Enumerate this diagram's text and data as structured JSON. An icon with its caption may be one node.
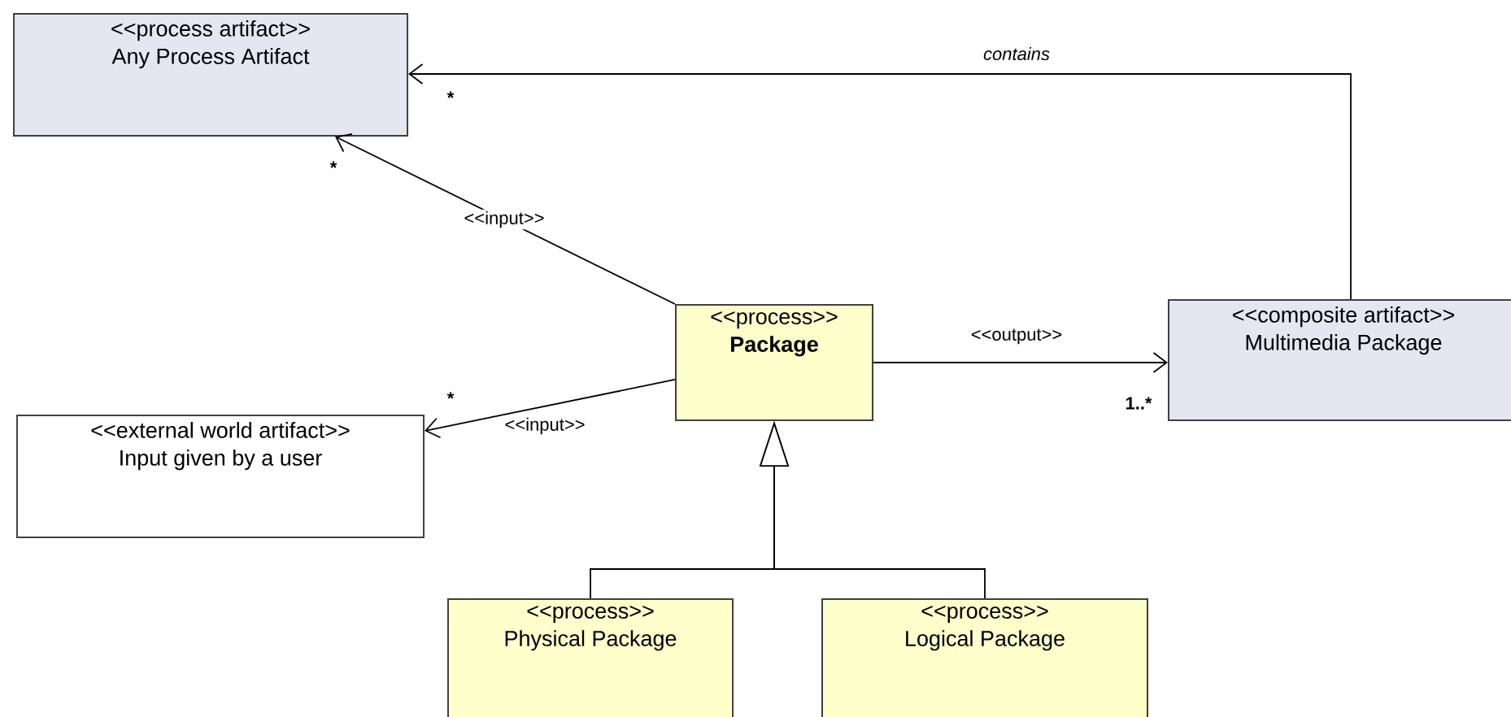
{
  "diagram": {
    "nodes": [
      {
        "text": [
          "<<process artifact>>",
          "Any Process Artifact"
        ]
      },
      {
        "text": [
          "<<process>>",
          "Package"
        ]
      },
      {
        "text": [
          "<<composite artifact>>",
          "Multimedia Package"
        ]
      },
      {
        "text": [
          "<<external world artifact>>",
          "Input given by a user"
        ]
      },
      {
        "text": [
          "<<process>>",
          "Physical Package"
        ]
      },
      {
        "text": [
          "<<process>>",
          "Logical Package"
        ]
      }
    ],
    "edges": [
      {
        "from": 1,
        "to": 0,
        "arrow": "to",
        "label": "<<input>>"
      },
      {
        "from": 1,
        "to": 3,
        "arrow": "to",
        "label": "<<input>>"
      },
      {
        "from": 1,
        "to": 2,
        "arrow": "to",
        "label": "<<output>>"
      },
      {
        "from": 2,
        "to": 0,
        "arrow": "to",
        "label": "contains"
      },
      {
        "from": 4,
        "to": 1,
        "arrow": "to"
      },
      {
        "from": 5,
        "to": 1,
        "arrow": "to"
      }
    ],
    "labels": [
      "*",
      "*",
      "*",
      "1..*"
    ]
  }
}
